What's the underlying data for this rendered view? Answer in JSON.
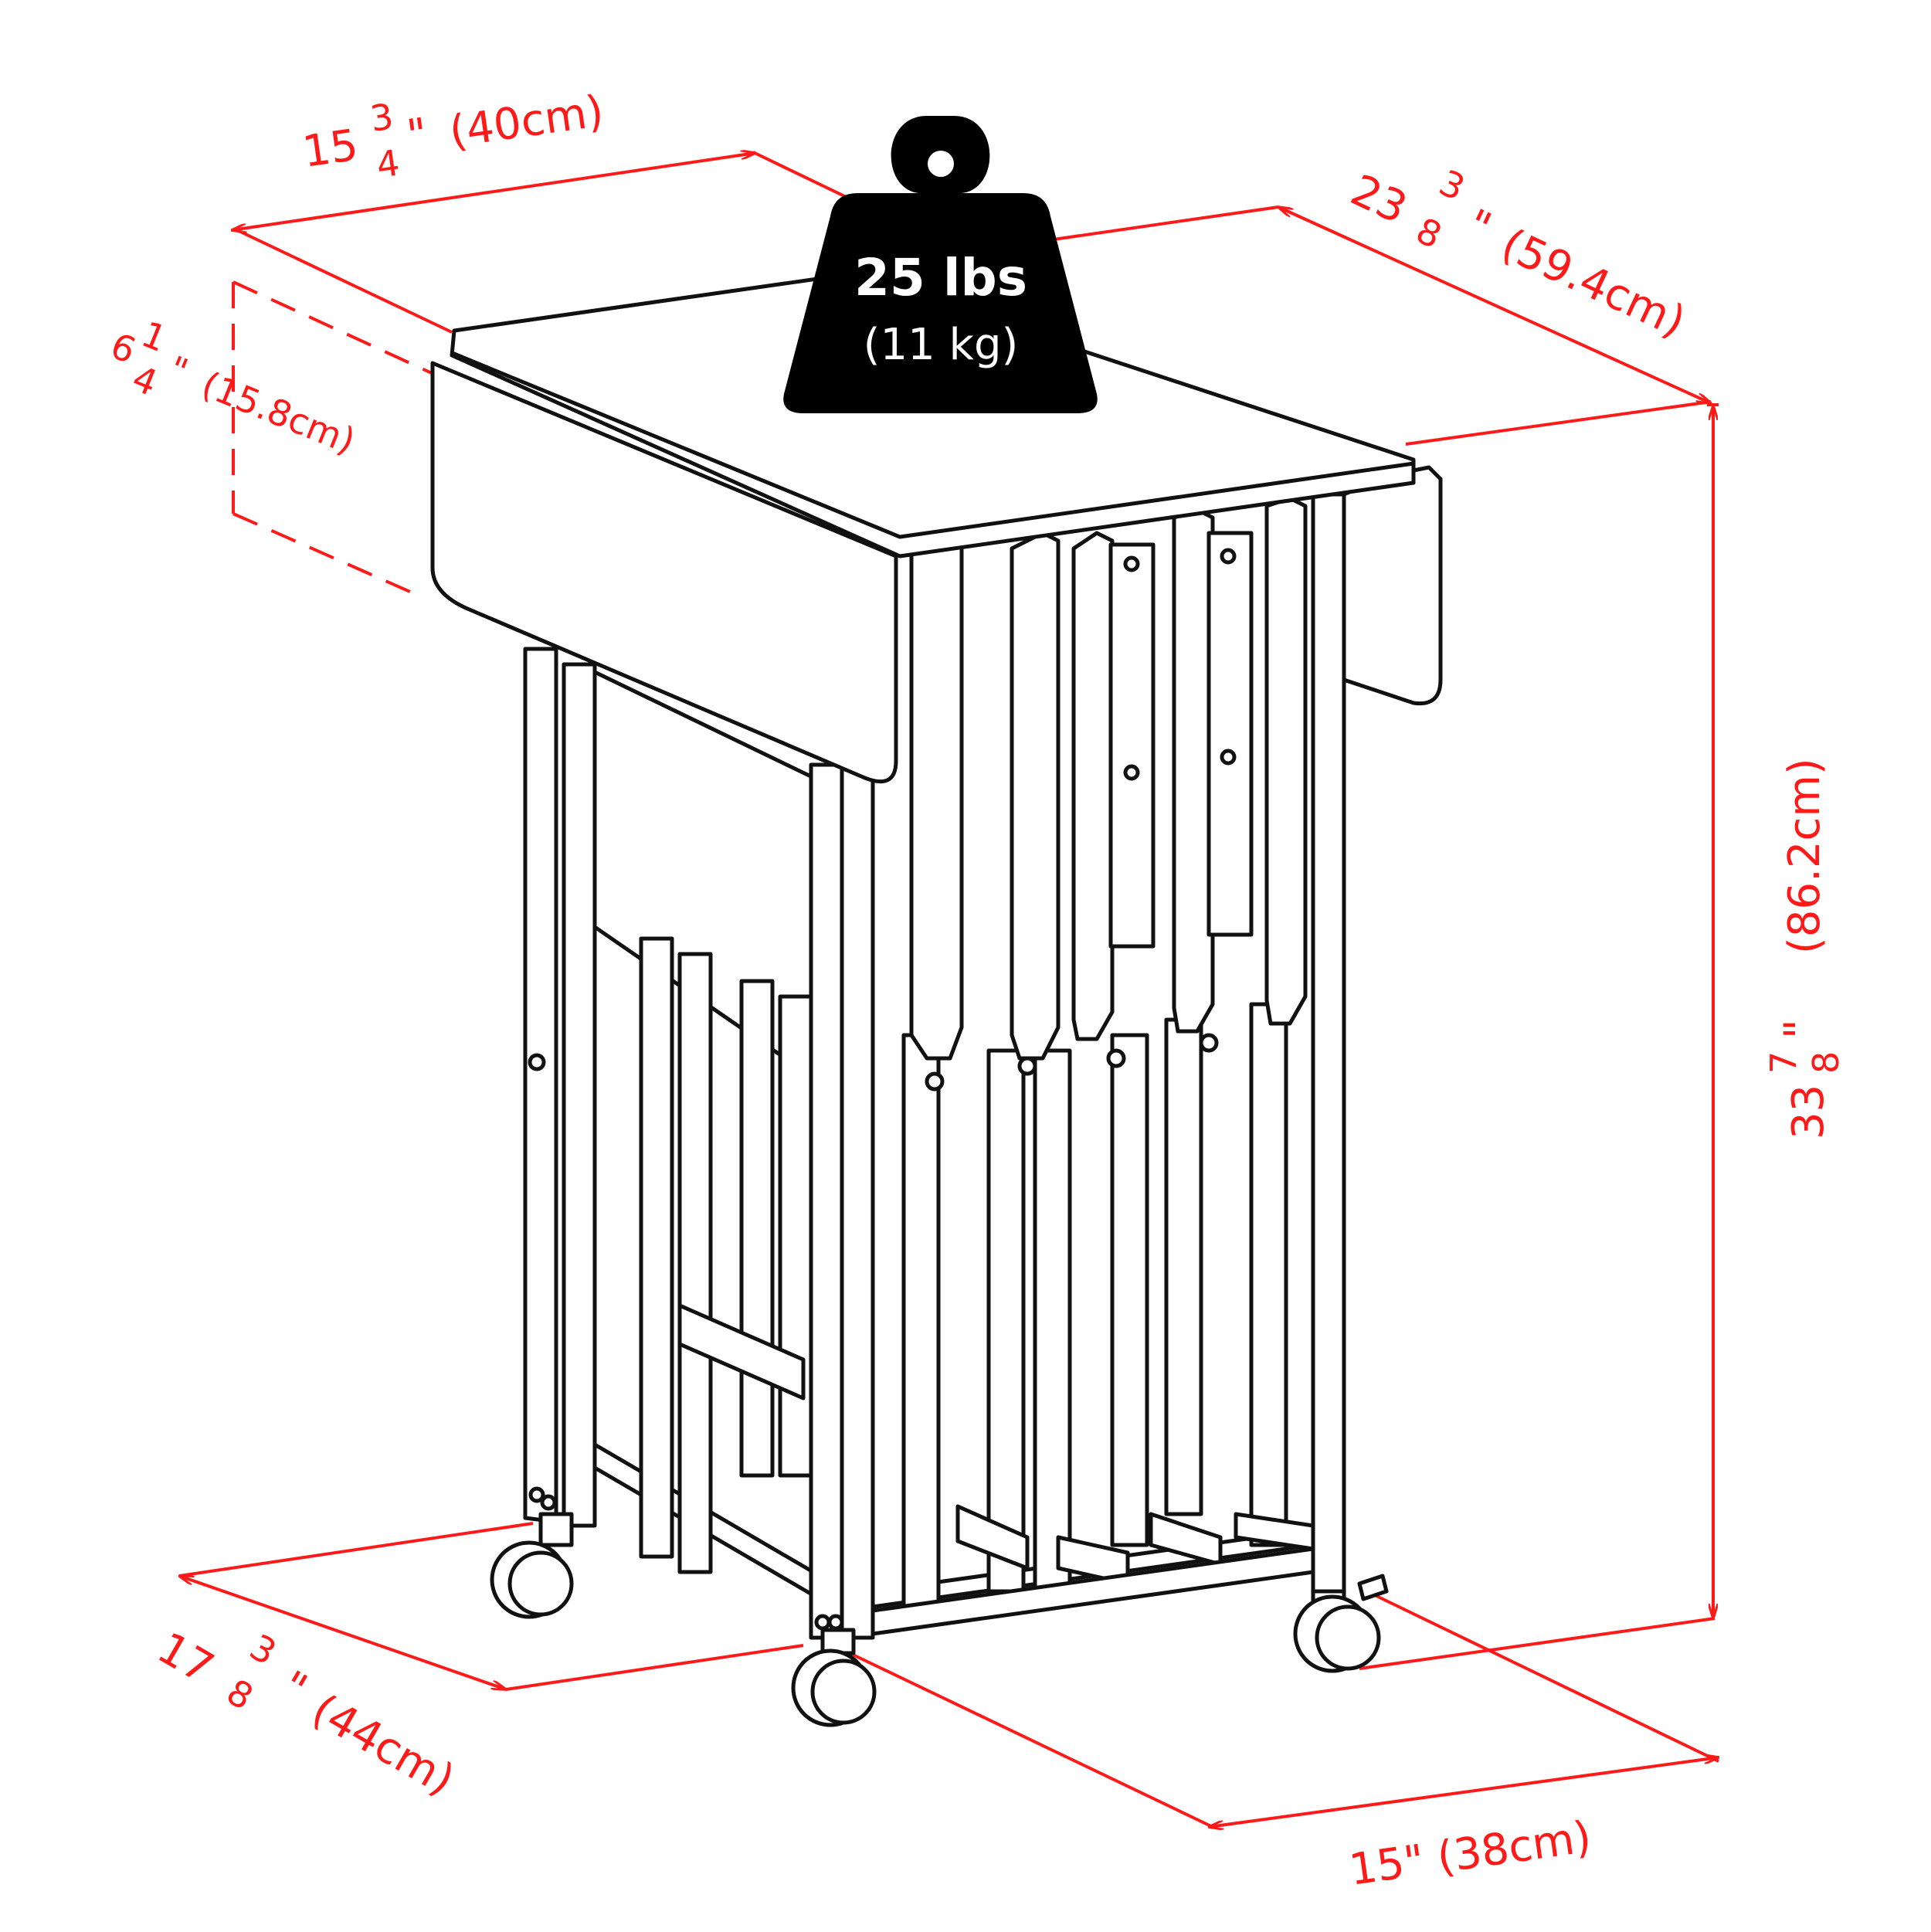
{
  "weight": {
    "label": "25 lbs",
    "sublabel": "(11 kg)"
  },
  "dimensions": {
    "top_width": {
      "whole": "15",
      "num": "3",
      "den": "4",
      "inch": "\"",
      "metric": "(40cm)"
    },
    "top_depth": {
      "whole": "23",
      "num": "3",
      "den": "8",
      "inch": "\"",
      "metric": "(59.4cm)"
    },
    "leaf_drop": {
      "whole": "6",
      "num": "1",
      "den": "4",
      "inch": "\"",
      "metric": "(15.8cm)"
    },
    "height": {
      "whole": "33",
      "num": "7",
      "den": "8",
      "inch": "\"",
      "metric": "(86.2cm)"
    },
    "base_depth": {
      "whole": "17",
      "num": "3",
      "den": "8",
      "inch": "\"",
      "metric": "(44cm)"
    },
    "base_width": {
      "label": "15\" (38cm)"
    }
  },
  "colors": {
    "dimension": "#ff1a1a",
    "outline": "#111111",
    "weight_fill": "#000000"
  }
}
